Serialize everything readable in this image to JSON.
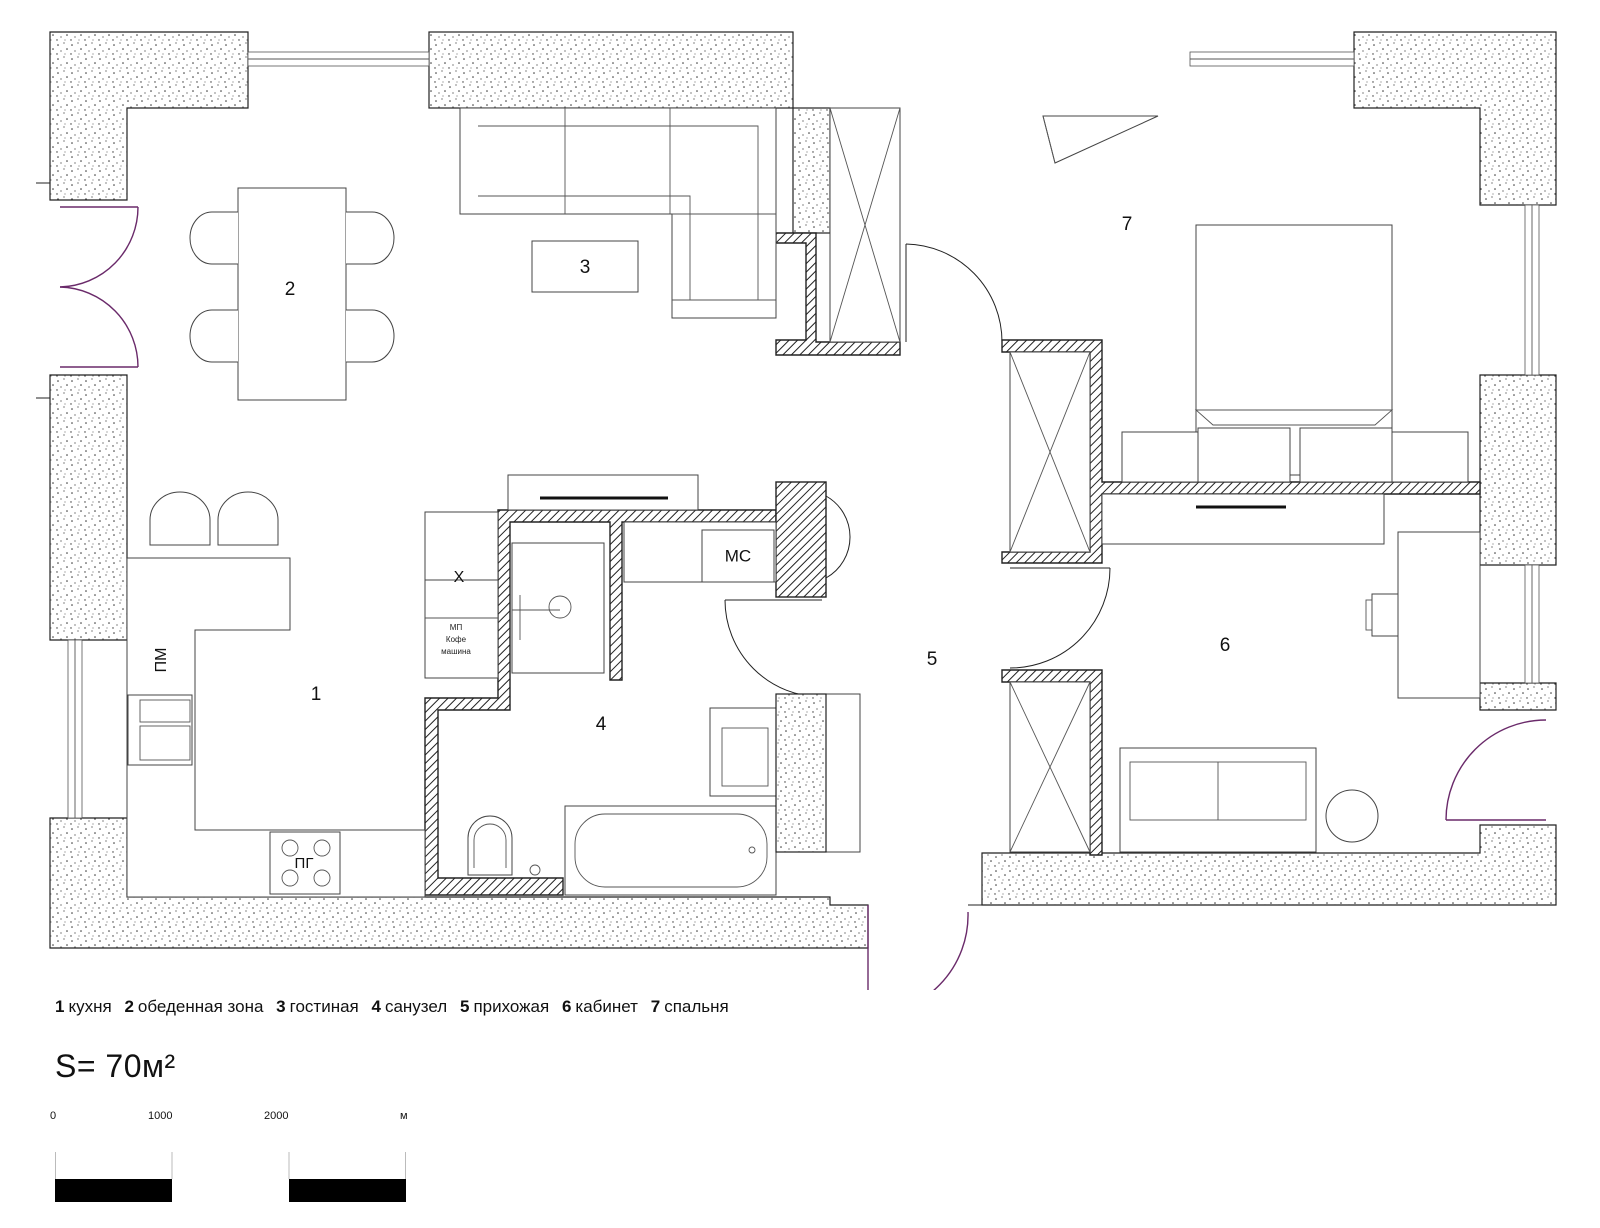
{
  "rooms": [
    {
      "num": "1",
      "name": "кухня"
    },
    {
      "num": "2",
      "name": "обеденная зона"
    },
    {
      "num": "3",
      "name": "гостиная"
    },
    {
      "num": "4",
      "name": "санузел"
    },
    {
      "num": "5",
      "name": "прихожая"
    },
    {
      "num": "6",
      "name": "кабинет"
    },
    {
      "num": "7",
      "name": "спальня"
    }
  ],
  "appliances": {
    "fridge": "Х",
    "microwave": "МП",
    "coffee_1": "Кофе",
    "coffee_2": "машина",
    "washer": "МС",
    "dishwasher": "ПМ",
    "stove": "ПГ"
  },
  "area": "S= 70м²",
  "scale": {
    "t0": "0",
    "t1": "1000",
    "t2": "2000",
    "unit": "м"
  },
  "colors": {
    "wall_outline": "#222222",
    "door_leaf": "#6a2a6a",
    "scale_fill": "#000000"
  }
}
